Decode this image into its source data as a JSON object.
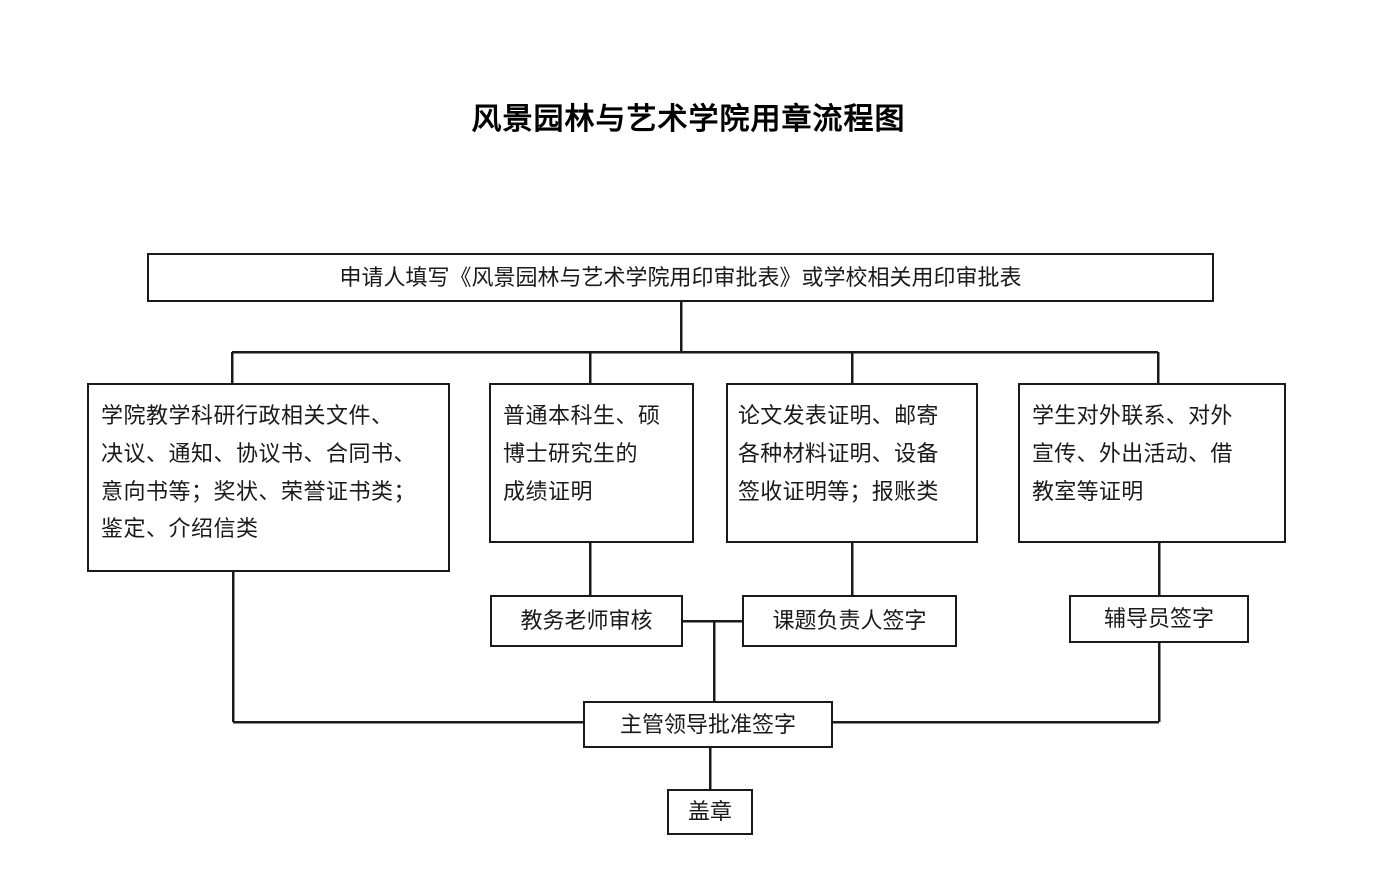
{
  "page": {
    "title": "风景园林与艺术学院用章流程图",
    "background_color": "#ffffff",
    "line_color": "#1a1a1a",
    "text_color": "#1a1a1a"
  },
  "chart_data": {
    "type": "diagram",
    "diagram_kind": "flowchart",
    "title": "风景园林与艺术学院用章流程图",
    "orientation": "top-down",
    "nodes": [
      {
        "id": "apply",
        "label": "申请人填写《风景园林与艺术学院用印审批表》或学校相关用印审批表",
        "level": 0
      },
      {
        "id": "cat1",
        "label": "学院教学科研行政相关文件、决议、通知、协议书、合同书、意向书等；奖状、荣誉证书类；鉴定、介绍信类",
        "lines": [
          "学院教学科研行政相关文件、",
          "决议、通知、协议书、合同书、",
          "意向书等；奖状、荣誉证书类；",
          "鉴定、介绍信类"
        ],
        "level": 1
      },
      {
        "id": "cat2",
        "label": "普通本科生、硕博士研究生的成绩证明",
        "lines": [
          "普通本科生、硕",
          "博士研究生的",
          "成绩证明"
        ],
        "level": 1
      },
      {
        "id": "cat3",
        "label": "论文发表证明、邮寄各种材料证明、设备签收证明等；报账类",
        "lines": [
          "论文发表证明、邮寄",
          "各种材料证明、设备",
          "签收证明等；报账类"
        ],
        "level": 1
      },
      {
        "id": "cat4",
        "label": "学生对外联系、对外宣传、外出活动、借教室等证明",
        "lines": [
          "学生对外联系、对外",
          "宣传、外出活动、借",
          "教室等证明"
        ],
        "level": 1
      },
      {
        "id": "jiaowu",
        "label": "教务老师审核",
        "level": 2
      },
      {
        "id": "keti",
        "label": "课题负责人签字",
        "level": 2
      },
      {
        "id": "fudao",
        "label": "辅导员签字",
        "level": 2
      },
      {
        "id": "zhuguan",
        "label": "主管领导批准签字",
        "level": 3
      },
      {
        "id": "gaizhang",
        "label": "盖章",
        "level": 4
      }
    ],
    "edges": [
      {
        "from": "apply",
        "to": "cat1"
      },
      {
        "from": "apply",
        "to": "cat2"
      },
      {
        "from": "apply",
        "to": "cat3"
      },
      {
        "from": "apply",
        "to": "cat4"
      },
      {
        "from": "cat1",
        "to": "zhuguan"
      },
      {
        "from": "cat2",
        "to": "jiaowu"
      },
      {
        "from": "cat3",
        "to": "keti"
      },
      {
        "from": "cat4",
        "to": "fudao"
      },
      {
        "from": "jiaowu",
        "to": "zhuguan"
      },
      {
        "from": "keti",
        "to": "zhuguan"
      },
      {
        "from": "fudao",
        "to": "zhuguan"
      },
      {
        "from": "zhuguan",
        "to": "gaizhang"
      }
    ]
  },
  "nodes": {
    "apply": "申请人填写《风景园林与艺术学院用印审批表》或学校相关用印审批表",
    "cat1_l1": "学院教学科研行政相关文件、",
    "cat1_l2": "决议、通知、协议书、合同书、",
    "cat1_l3": "意向书等；奖状、荣誉证书类；",
    "cat1_l4": "鉴定、介绍信类",
    "cat2_l1": "普通本科生、硕",
    "cat2_l2": "博士研究生的",
    "cat2_l3": "成绩证明",
    "cat3_l1": "论文发表证明、邮寄",
    "cat3_l2": "各种材料证明、设备",
    "cat3_l3": "签收证明等；报账类",
    "cat4_l1": "学生对外联系、对外",
    "cat4_l2": "宣传、外出活动、借",
    "cat4_l3": "教室等证明",
    "jiaowu": "教务老师审核",
    "keti": "课题负责人签字",
    "fudao": "辅导员签字",
    "zhuguan": "主管领导批准签字",
    "gaizhang": "盖章"
  }
}
